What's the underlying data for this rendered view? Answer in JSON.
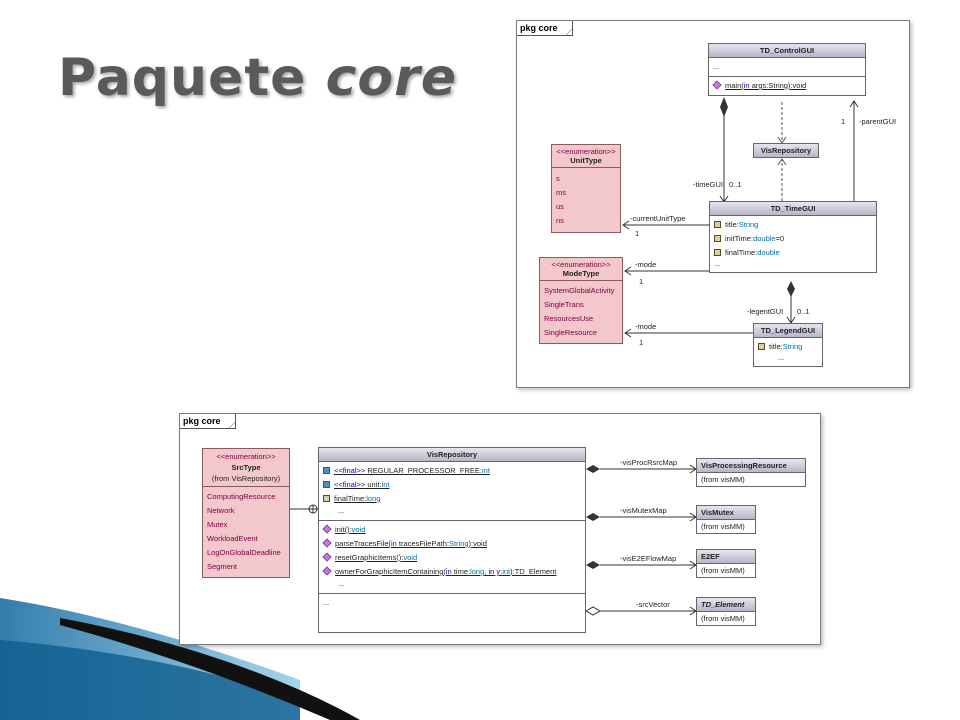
{
  "slide": {
    "title_plain": "Paquete",
    "title_italic": "core"
  },
  "diagram1": {
    "pkg_label": "pkg core",
    "control_gui": {
      "name": "TD_ControlGUI",
      "attrs_ellipsis": "...",
      "op_main": "main(",
      "op_main_in": "in",
      "op_main_args": " args:String):void"
    },
    "vis_repository": {
      "name": "VisRepository"
    },
    "unit_type": {
      "stereotype": "<<enumeration>>",
      "name": "UnitType",
      "literals": [
        "s",
        "ms",
        "us",
        "ns"
      ]
    },
    "time_gui": {
      "name": "TD_TimeGUI",
      "attr1_name": "title:",
      "attr1_type": "String",
      "attr2_name": "initTime:",
      "attr2_type": "double",
      "attr2_default": "=0",
      "attr3_name": "finalTime:",
      "attr3_type": "double",
      "ellipsis": "..."
    },
    "mode_type": {
      "stereotype": "<<enumeration>>",
      "name": "ModeType",
      "literals": [
        "SystemGlobalActivity",
        "SingleTrans",
        "ResourcesUse",
        "SingleResource"
      ]
    },
    "legend_gui": {
      "name": "TD_LegendGUI",
      "attr1_name": "title:",
      "attr1_type": "String",
      "ellipsis": "..."
    },
    "labels": {
      "time_gui_role": "-timeGUI",
      "time_gui_mult": "0..1",
      "parent_gui_role": "-parentGUI",
      "parent_gui_mult": "1",
      "current_unit_type_role": "-currentUnitType",
      "current_unit_type_mult": "1",
      "mode_role_1": "-mode",
      "mode_mult_1": "1",
      "legend_gui_role": "-legentGUI",
      "legend_gui_mult": "0..1",
      "mode_role_2": "-mode",
      "mode_mult_2": "1"
    }
  },
  "diagram2": {
    "pkg_label": "pkg core",
    "src_type": {
      "stereotype": "<<enumeration>>",
      "name": "SrcType",
      "from": "(from VisRepository)",
      "literals": [
        "ComputingResource",
        "Network",
        "Mutex",
        "WorkloadEvent",
        "LogOnGlobalDeadline",
        "Segment"
      ]
    },
    "vis_repository": {
      "name": "VisRepository",
      "attr1_final": "<<final>>",
      "attr1_name": " REGULAR_PROCESSOR_FREE:",
      "attr1_type": "int",
      "attr2_final": "<<final>>",
      "attr2_name": " unit:",
      "attr2_type": "int",
      "attr3_name": "finalTime:",
      "attr3_type": "long",
      "attrs_ellipsis": "...",
      "op1_name": "init():",
      "op1_type": "void",
      "op2_name": "parseTracesFile(",
      "op2_in": "in",
      "op2_args": " tracesFilePath:",
      "op2_argtype": "String",
      "op2_ret": "):void",
      "op3_name": "resetGraphicItems():",
      "op3_type": "void",
      "op4_name": "ownerForGraphicItemContaining(",
      "op4_in1": "in",
      "op4_arg1": " time:",
      "op4_type1": "long",
      "op4_sep": ", ",
      "op4_in2": "in",
      "op4_arg2": " y:",
      "op4_type2": "int",
      "op4_ret": "):TD_Element",
      "ops_ellipsis": "...",
      "bottom_ellipsis": "..."
    },
    "targets": [
      {
        "name": "VisProcessingResource",
        "from": "(from visMM)",
        "role": "-visProcRsrcMap"
      },
      {
        "name": "VisMutex",
        "from": "(from visMM)",
        "role": "-visMutexMap"
      },
      {
        "name": "E2EF",
        "from": "(from visMM)",
        "role": "-visE2EFlowMap"
      },
      {
        "name": "TD_Element",
        "from": "(from visMM)",
        "role": "-srcVector"
      }
    ]
  },
  "colors": {
    "enum_fill": "#f2c8cc",
    "class_header": "#b6b6c8",
    "deco_blue": "#2d7fb3"
  }
}
